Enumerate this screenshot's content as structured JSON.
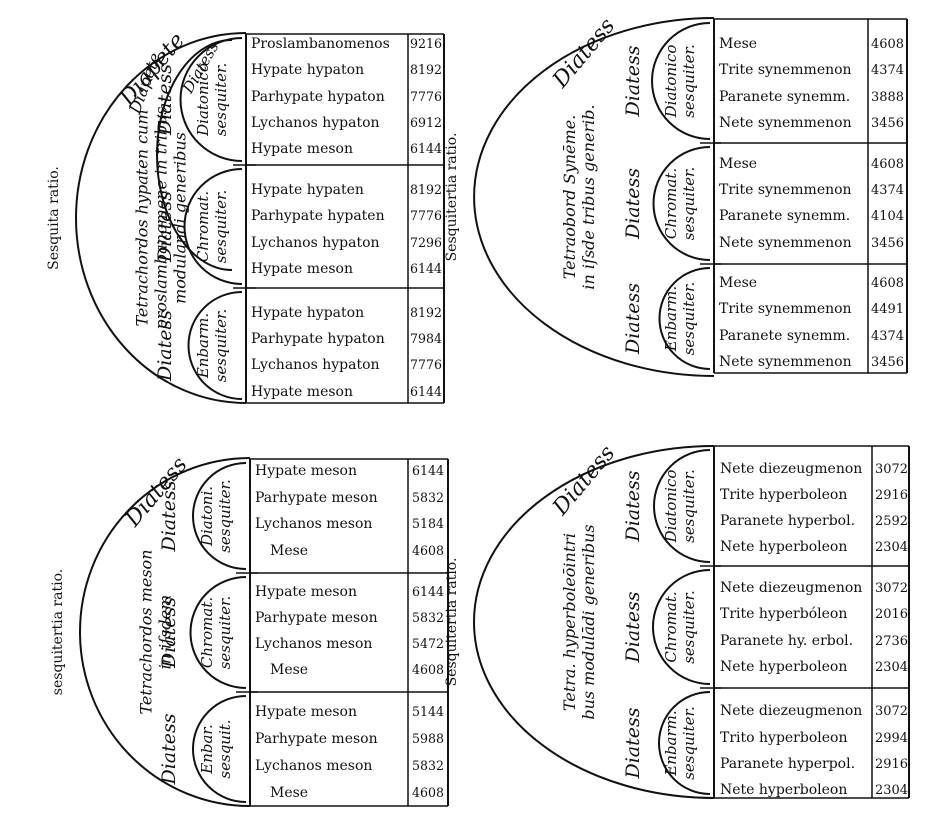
{
  "panels": [
    {
      "id": "p1",
      "ratio_label": "Sesquita ratio.",
      "big_arc_label": "Diapete",
      "mid_arc_labels": [
        "Diapete"
      ],
      "tetra_lines": [
        "Tetrachordos hypaten cum",
        "proslambanomene in tribus",
        "modulandi generibus"
      ],
      "side_labels": [
        "Diatess",
        "Diatess",
        "Diatess"
      ],
      "top_mini": "Diatess",
      "genus_labels": [
        [
          "Diatonico",
          "sesquiter."
        ],
        [
          "Chromat.",
          "sesquiter."
        ],
        [
          "Enbarm.",
          "sesquiter."
        ]
      ],
      "groups": [
        {
          "rows": [
            {
              "name": "Proslambanomenos",
              "value": "9216"
            },
            {
              "name": "Hypate hypaton",
              "value": "8192"
            },
            {
              "name": "Parhypate hypaton",
              "value": "7776"
            },
            {
              "name": "Lychanos hypaton",
              "value": "6912"
            },
            {
              "name": "Hypate meson",
              "value": "6144"
            }
          ]
        },
        {
          "rows": [
            {
              "name": "Hypate hypaten",
              "value": "8192"
            },
            {
              "name": "Parhypate hypaten",
              "value": "7776"
            },
            {
              "name": "Lychanos hypaton",
              "value": "7296"
            },
            {
              "name": "Hypate meson",
              "value": "6144"
            }
          ]
        },
        {
          "rows": [
            {
              "name": "Hypate hypaton",
              "value": "8192"
            },
            {
              "name": "Parhypate hypaton",
              "value": "7984"
            },
            {
              "name": "Lychanos hypaton",
              "value": "7776"
            },
            {
              "name": "Hypate meson",
              "value": "6144"
            }
          ]
        }
      ]
    },
    {
      "id": "p2",
      "ratio_label": "Sesquitertia ratio.",
      "big_arc_label": "Diatess",
      "tetra_lines": [
        "Tetraobord Synēme.",
        "in iſsde tribus generib."
      ],
      "side_labels": [
        "Diatess",
        "Diatess",
        "Diatess"
      ],
      "genus_labels": [
        [
          "Diatonico",
          "sesquiter."
        ],
        [
          "Chromat.",
          "sesquiter."
        ],
        [
          "Enbarm.",
          "sesquiter."
        ]
      ],
      "groups": [
        {
          "rows": [
            {
              "name": "Mese",
              "value": "4608"
            },
            {
              "name": "Trite synemmenon",
              "value": "4374"
            },
            {
              "name": "Paranete synemm.",
              "value": "3888"
            },
            {
              "name": "Nete synemmenon",
              "value": "3456"
            }
          ]
        },
        {
          "rows": [
            {
              "name": "Mese",
              "value": "4608"
            },
            {
              "name": "Trite synemmenon",
              "value": "4374"
            },
            {
              "name": "Paranete synemm.",
              "value": "4104"
            },
            {
              "name": "Nete synemmenon",
              "value": "3456"
            }
          ]
        },
        {
          "rows": [
            {
              "name": "Mese",
              "value": "4608"
            },
            {
              "name": "Trite synemmenon",
              "value": "4491"
            },
            {
              "name": "Paranete synemm.",
              "value": "4374"
            },
            {
              "name": "Nete synemmenon",
              "value": "3456"
            }
          ]
        }
      ]
    },
    {
      "id": "p3",
      "ratio_label": "sesquitertia ratio.",
      "big_arc_label": "Diatess",
      "tetra_lines": [
        "Tetrachordos meson",
        "in iſsdem"
      ],
      "side_labels": [
        "Diatess",
        "Diatess",
        "Diatess"
      ],
      "genus_labels": [
        [
          "Diatoni.",
          "sesquiter."
        ],
        [
          "Chromat.",
          "sesquiter."
        ],
        [
          "Enbar.",
          "sesquit."
        ]
      ],
      "groups": [
        {
          "rows": [
            {
              "name": "Hypate meson",
              "value": "6144"
            },
            {
              "name": "Parhypate meson",
              "value": "5832"
            },
            {
              "name": "Lychanos meson",
              "value": "5184"
            },
            {
              "name": "Mese",
              "value": "4608"
            }
          ]
        },
        {
          "rows": [
            {
              "name": "Hypate meson",
              "value": "6144"
            },
            {
              "name": "Parhypate meson",
              "value": "5832"
            },
            {
              "name": "Lychanos meson",
              "value": "5472"
            },
            {
              "name": "Mese",
              "value": "4608"
            }
          ]
        },
        {
          "rows": [
            {
              "name": "Hypate meson",
              "value": "5144"
            },
            {
              "name": "Parhypate meson",
              "value": "5988"
            },
            {
              "name": "Lychanos meson",
              "value": "5832"
            },
            {
              "name": "Mese",
              "value": "4608"
            }
          ]
        }
      ]
    },
    {
      "id": "p4",
      "ratio_label": "Sesquitertia ratio.",
      "big_arc_label": "Diatess",
      "tetra_lines": [
        "Tetra. hyperboleōintri",
        "bus modulādi generibus"
      ],
      "side_labels": [
        "Diatess",
        "Diatess",
        "Diatess"
      ],
      "genus_labels": [
        [
          "Diatonico",
          "sesquiter."
        ],
        [
          "Chromat.",
          "sesquiter."
        ],
        [
          "Enbarm.",
          "sesquiter."
        ]
      ],
      "groups": [
        {
          "rows": [
            {
              "name": "Nete diezeugmenon",
              "value": "3072"
            },
            {
              "name": "Trite hyperboleon",
              "value": "2916"
            },
            {
              "name": "Paranete hyperbol.",
              "value": "2592"
            },
            {
              "name": "Nete hyperboleon",
              "value": "2304"
            }
          ]
        },
        {
          "rows": [
            {
              "name": "Nete diezeugmenon",
              "value": "3072"
            },
            {
              "name": "Trite hyperbóleon",
              "value": "2016"
            },
            {
              "name": "Paranete hy. erbol.",
              "value": "2736"
            },
            {
              "name": "Nete hyperboleon",
              "value": "2304"
            }
          ]
        },
        {
          "rows": [
            {
              "name": "Nete diezeugmenon",
              "value": "3072"
            },
            {
              "name": "Trito hyperboleon",
              "value": "2994"
            },
            {
              "name": "Paranete hyperpol.",
              "value": "2916"
            },
            {
              "name": "Nete hyperboleon",
              "value": "2304"
            }
          ]
        }
      ]
    }
  ]
}
